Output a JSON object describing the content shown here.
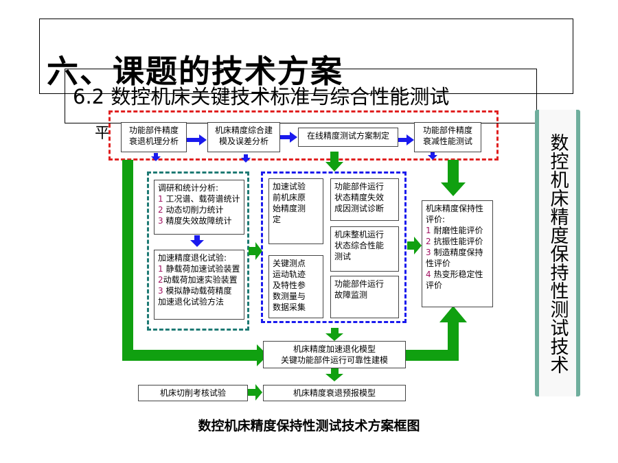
{
  "heading": "六、课题的技术方案",
  "subheading": "6.2 数控机床关键技术标准与综合性能测试",
  "cut_text": "平",
  "sidebar_text": "数控机床精度保持性测试技术",
  "caption": "数控机床精度保持性测试技术方案框图",
  "colors": {
    "red_dash": "#e02020",
    "teal_dash": "#1e7a74",
    "blue_dash": "#1a1aee",
    "green_arrow": "#10a010",
    "blue_arrow": "#1a1aee",
    "sidebar": "#6fae9d"
  },
  "top_row": [
    "功能部件精度\n衰退机理分析",
    "机床精度综合建\n模及误差分析",
    "在线精度测试方案制定",
    "功能部件精度\n衰减性能测试"
  ],
  "research": {
    "title": "调研和统计分析:",
    "items": [
      "工况谱、载荷谱统计",
      "动态切削力统计",
      "精度失效故障统计"
    ]
  },
  "accel": {
    "title": "加速精度退化试验:",
    "items": [
      "静载荷加速试验装置",
      "动载荷加速实验装置",
      "模拟静动载荷精度\n加速退化试验方法"
    ]
  },
  "blue_group": {
    "pre_test": "加速试验\n前机床原\n始精度测\n定",
    "key_points": "关键测点\n运动轨迹\n及特性参\n数测量与\n数据采集",
    "state_diag": "功能部件运行\n状态精度失效\n成因测试诊断",
    "machine_state": "机床整机运行\n状态综合性能\n测试",
    "fault_monitor": "功能部件运行\n故障监测"
  },
  "evaluation": {
    "title": "机床精度保持性\n评价:",
    "items": [
      "耐磨性能评价",
      "抗振性能评价",
      "制造精度保持\n性评价",
      "热变形稳定性\n评价"
    ]
  },
  "model_box": "机床精度加速退化模型\n关键功能部件运行可靠性建模",
  "cutting_test": "机床切削考核试验",
  "forecast_model": "机床精度衰退预报模型"
}
